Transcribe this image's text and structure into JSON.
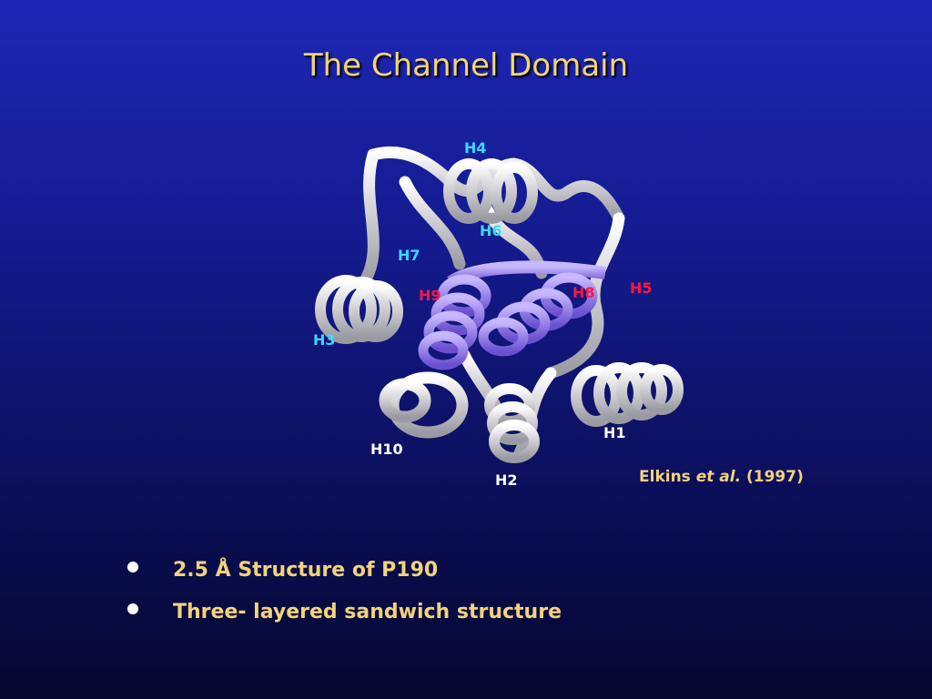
{
  "slide": {
    "title": "The Channel Domain",
    "citation": {
      "author": "Elkins ",
      "etal": "et al.",
      "year": " (1997)"
    },
    "bullets": [
      "2.5 Å  Structure of P190",
      "Three- layered sandwich structure"
    ]
  },
  "figure": {
    "labels": {
      "h1": "H1",
      "h2": "H2",
      "h3": "H3",
      "h4": "H4",
      "h5": "H5",
      "h6": "H6",
      "h7": "H7",
      "h8": "H8",
      "h9": "H9",
      "h10": "H10"
    },
    "colors": {
      "cyan_label": "#3cd8ff",
      "red_label": "#ff1744",
      "ribbon": "#e8e8e8",
      "highlight_helix": "#9a7ef0"
    }
  }
}
